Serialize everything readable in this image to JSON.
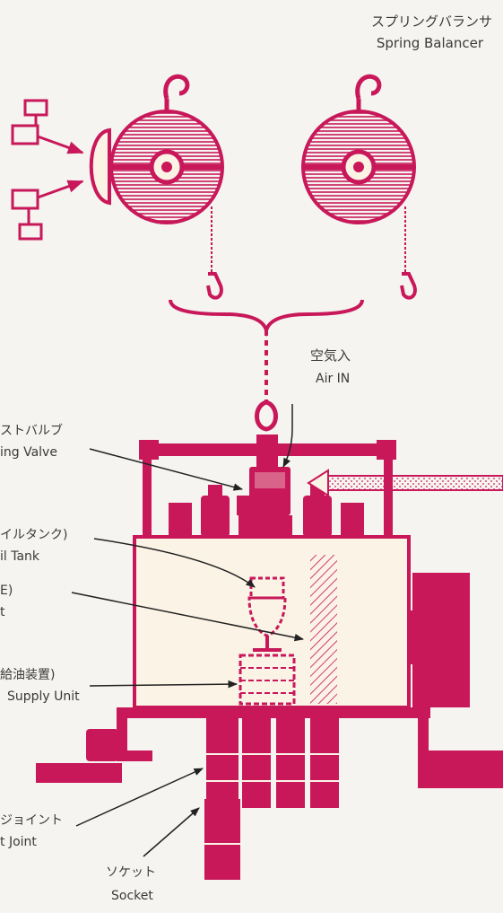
{
  "colors": {
    "accent": "#c8185a",
    "hatch": "#d13d74",
    "body_fill": "#faf3e6",
    "text": "#3a3a3a"
  },
  "labels": {
    "spring_balancer_jp": "スプリングバランサ",
    "spring_balancer_en": "Spring Balancer",
    "air_in_jp": "空気入",
    "air_in_en": "Air IN",
    "valve_jp": "ストバルブ",
    "valve_en": "ing Valve",
    "oil_tank_jp": "イルタンク)",
    "oil_tank_en": "il Tank",
    "unit_jp": "E)",
    "unit_en": "t",
    "supply_jp": "給油装置)",
    "supply_en": "Supply Unit",
    "joint_jp": "ジョイント",
    "joint_en": "t Joint",
    "socket_jp": "ソケット",
    "socket_en": "Socket"
  }
}
